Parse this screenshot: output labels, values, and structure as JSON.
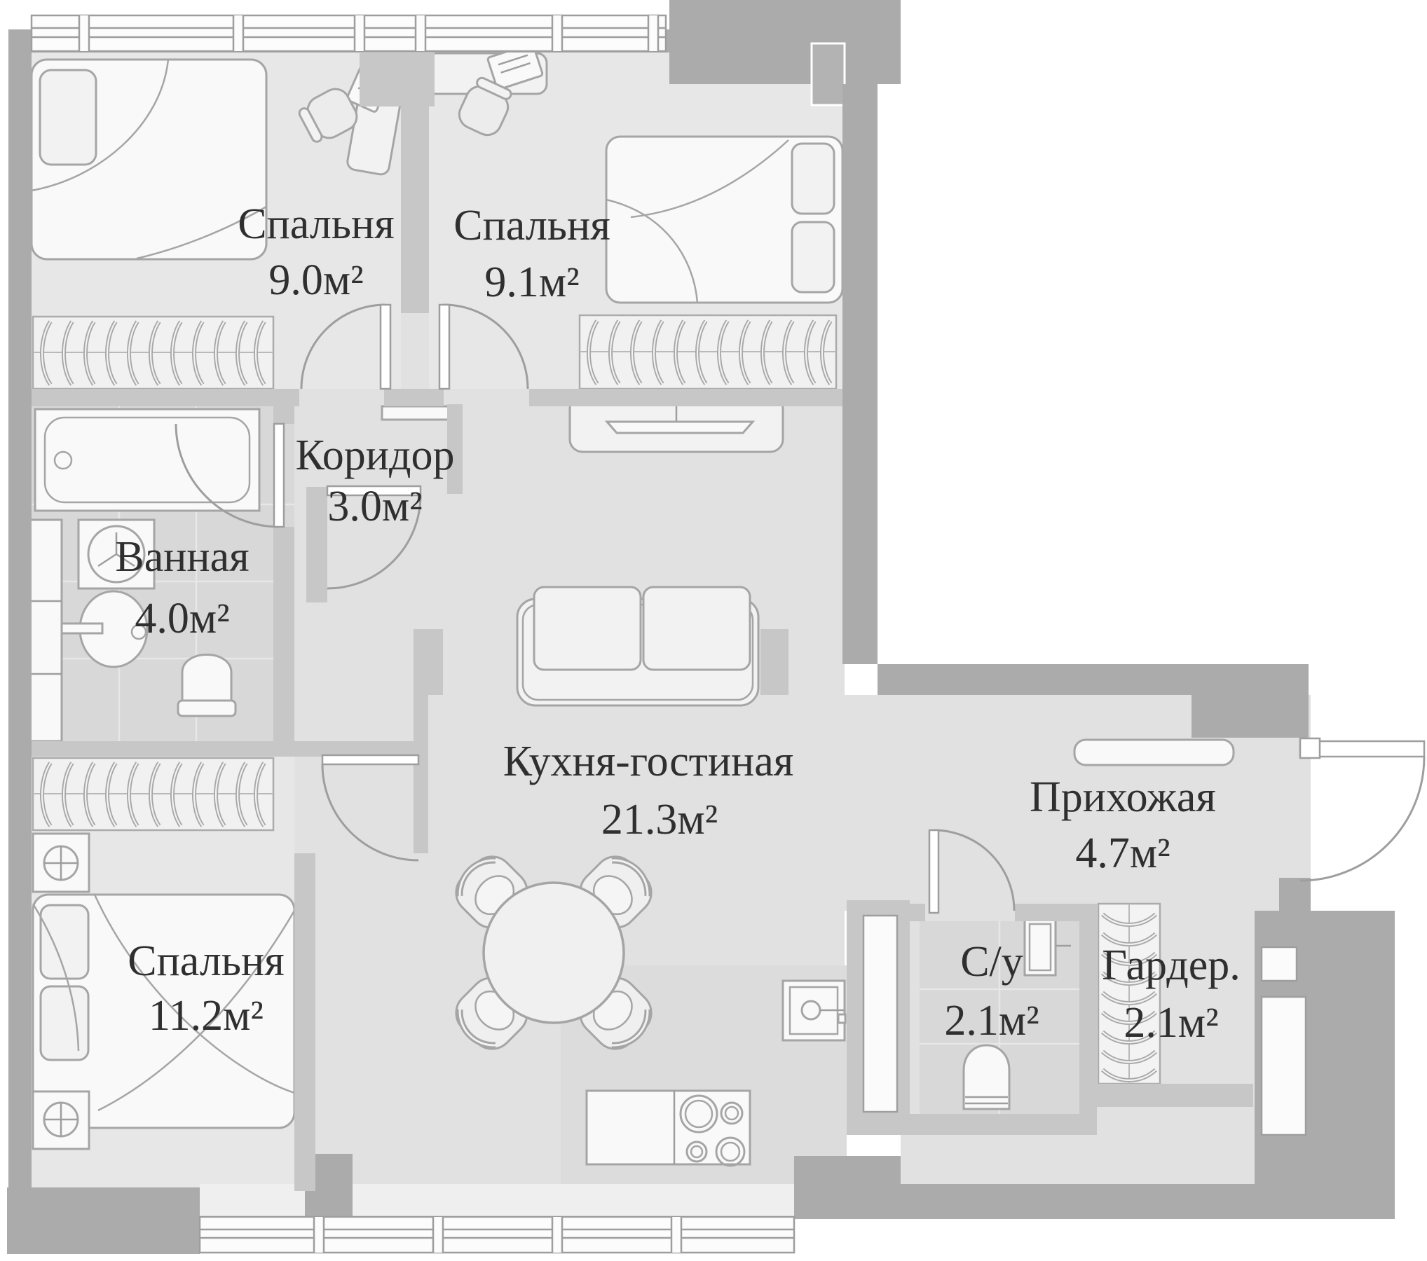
{
  "plan": {
    "rooms": [
      {
        "id": "bedroom-1",
        "name": "Спальня",
        "area": "9.0м²"
      },
      {
        "id": "bedroom-2",
        "name": "Спальня",
        "area": "9.1м²"
      },
      {
        "id": "corridor",
        "name": "Коридор",
        "area": "3.0м²"
      },
      {
        "id": "bathroom",
        "name": "Ванная",
        "area": "4.0м²"
      },
      {
        "id": "kitchen-living",
        "name": "Кухня-гостиная",
        "area": "21.3м²"
      },
      {
        "id": "hallway",
        "name": "Прихожая",
        "area": "4.7м²"
      },
      {
        "id": "wc",
        "name": "С/у",
        "area": "2.1м²"
      },
      {
        "id": "wardrobe",
        "name": "Гардер.",
        "area": "2.1м²"
      },
      {
        "id": "bedroom-3",
        "name": "Спальня",
        "area": "11.2м²"
      }
    ],
    "colors": {
      "wall_exterior": "#ababab",
      "wall_interior": "#c7c7c7",
      "floor": "#e1e1e1",
      "floor_tile": "#d8d8d8",
      "floor_kitchen": "#dcdcdc",
      "furniture_fill": "#f2f2f2",
      "outline": "#a5a5a5",
      "label_text": "#2f2f2f",
      "background": "#ffffff"
    }
  }
}
